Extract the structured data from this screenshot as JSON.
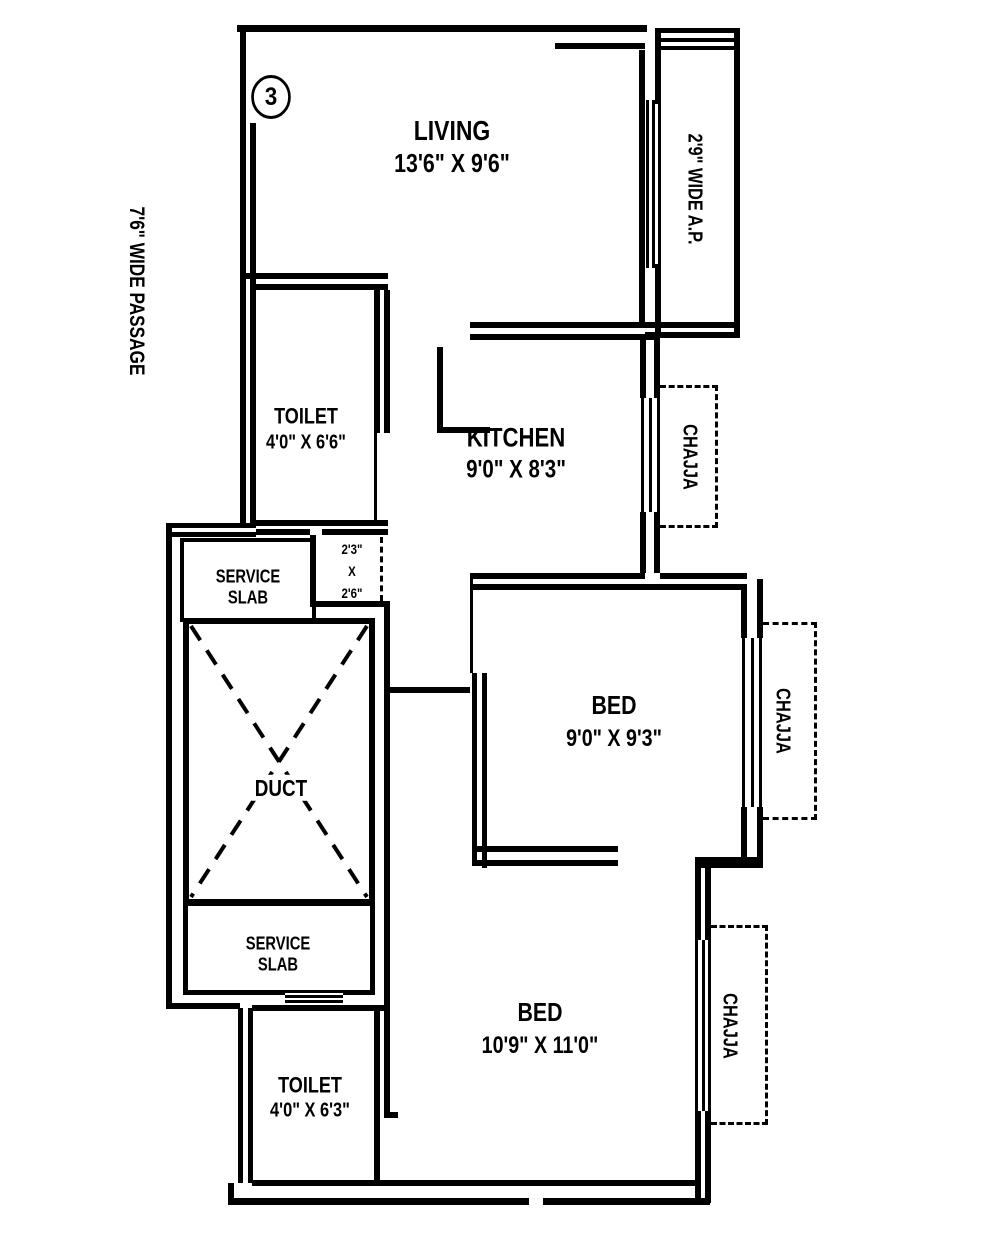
{
  "plan": {
    "unit_number": "3",
    "rooms": {
      "living": {
        "name": "LIVING",
        "dims": "13'6\" X 9'6\""
      },
      "kitchen": {
        "name": "KITCHEN",
        "dims": "9'0\" X 8'3\""
      },
      "toilet_upper": {
        "name": "TOILET",
        "dims": "4'0\" X 6'6\""
      },
      "bed_1": {
        "name": "BED",
        "dims": "9'0\" X 9'3\""
      },
      "bed_2": {
        "name": "BED",
        "dims": "10'9\" X 11'0\""
      },
      "toilet_lower": {
        "name": "TOILET",
        "dims": "4'0\" X 6'3\""
      }
    },
    "areas": {
      "duct": {
        "name": "DUCT"
      },
      "service_slab_upper": {
        "name": "SERVICE SLAB"
      },
      "service_slab_lower": {
        "name": "SERVICE SLAB"
      },
      "niche": {
        "line1": "2'3\"",
        "line2": "X",
        "line3": "2'6\""
      }
    },
    "annotations": {
      "passage": "7'6\" WIDE PASSAGE",
      "air_passage": "2'9\" WIDE A.P.",
      "chajja_kitchen": "CHAJJA",
      "chajja_bed_1": "CHAJJA",
      "chajja_bed_2": "CHAJJA"
    },
    "colors": {
      "wall": "#000000",
      "background": "#ffffff"
    }
  }
}
